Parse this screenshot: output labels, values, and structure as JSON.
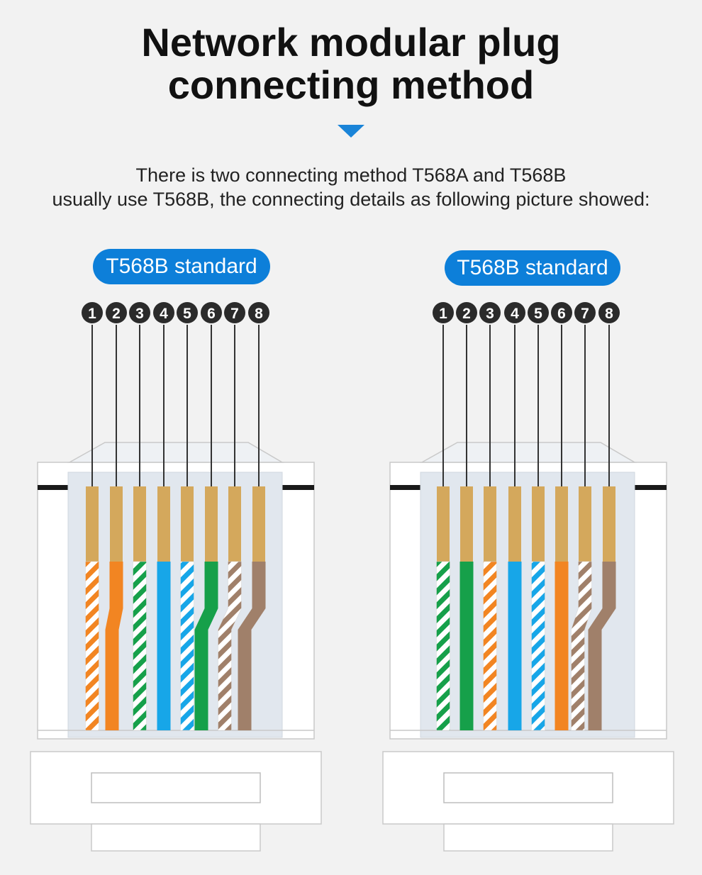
{
  "title": {
    "line1": "Network modular plug",
    "line2": "connecting method"
  },
  "description": {
    "line1": "There is two connecting method T568A and T568B",
    "line2": "usually use T568B, the connecting details as following picture showed:"
  },
  "plugs": [
    {
      "label": "T568B standard",
      "pins": [
        "1",
        "2",
        "3",
        "4",
        "5",
        "6",
        "7",
        "8"
      ],
      "wires": [
        {
          "color": "#f28522",
          "striped": true
        },
        {
          "color": "#f28522",
          "striped": false
        },
        {
          "color": "#16a04a",
          "striped": true
        },
        {
          "color": "#17a6e8",
          "striped": false
        },
        {
          "color": "#17a6e8",
          "striped": true
        },
        {
          "color": "#16a04a",
          "striped": false
        },
        {
          "color": "#a0806a",
          "striped": true
        },
        {
          "color": "#a0806a",
          "striped": false
        }
      ]
    },
    {
      "label": "T568B standard",
      "pins": [
        "1",
        "2",
        "3",
        "4",
        "5",
        "6",
        "7",
        "8"
      ],
      "wires": [
        {
          "color": "#16a04a",
          "striped": true
        },
        {
          "color": "#16a04a",
          "striped": false
        },
        {
          "color": "#f28522",
          "striped": true
        },
        {
          "color": "#17a6e8",
          "striped": false
        },
        {
          "color": "#17a6e8",
          "striped": true
        },
        {
          "color": "#f28522",
          "striped": false
        },
        {
          "color": "#a0806a",
          "striped": true
        },
        {
          "color": "#a0806a",
          "striped": false
        }
      ]
    }
  ],
  "colors": {
    "accent": "#0d7fd9",
    "contact": "#d4a85c",
    "pin_circle": "#2b2b2b"
  }
}
